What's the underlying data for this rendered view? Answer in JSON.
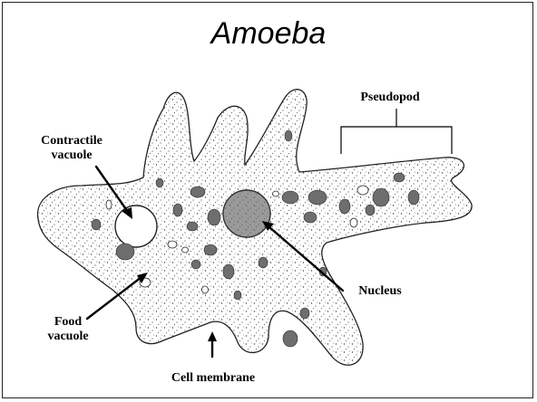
{
  "title": "Amoeba",
  "labels": {
    "pseudopod": "Pseudopod",
    "contractile_vacuole_1": "Contractile",
    "contractile_vacuole_2": "vacuole",
    "nucleus": "Nucleus",
    "food_vacuole_1": "Food",
    "food_vacuole_2": "vacuole",
    "cell_membrane": "Cell membrane"
  }
}
